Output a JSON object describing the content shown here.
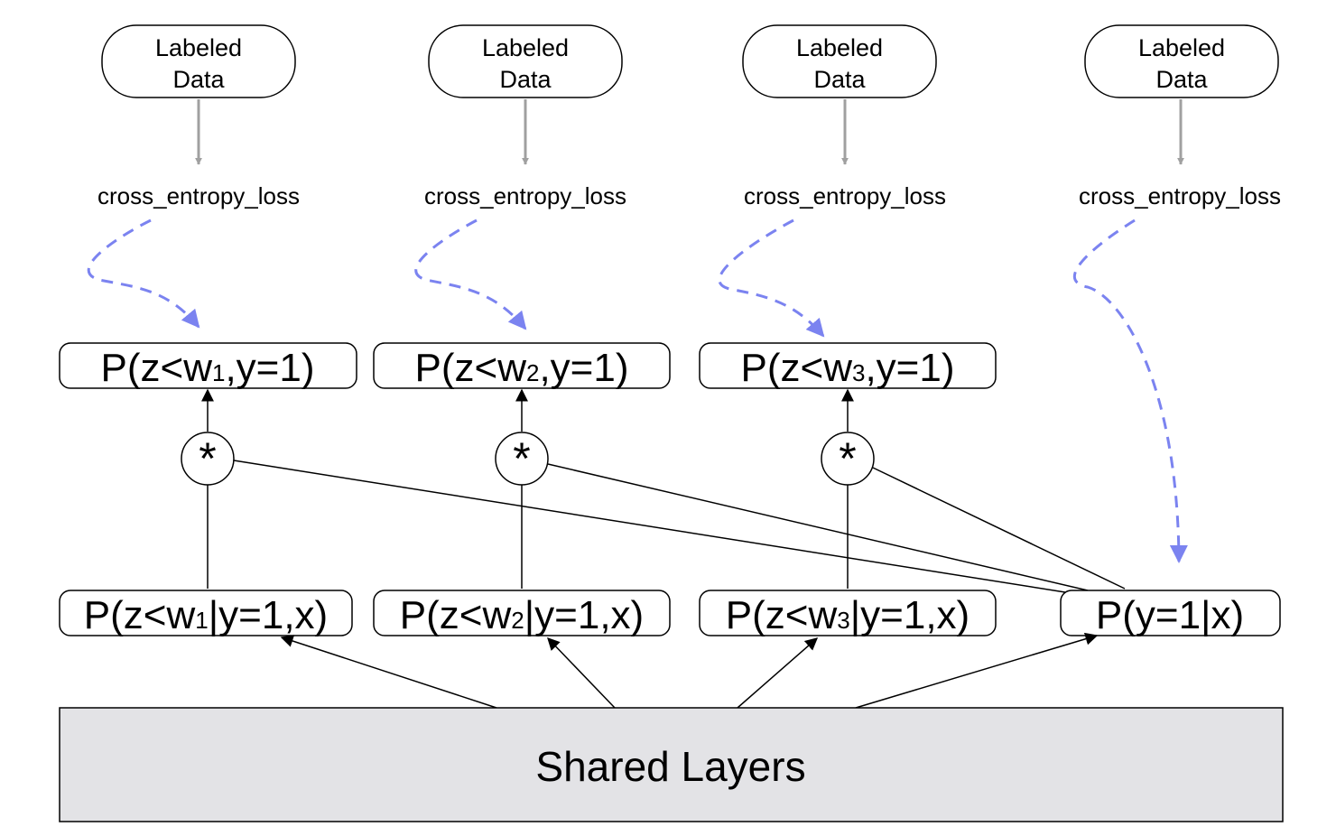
{
  "labeled_data": [
    {
      "line1": "Labeled",
      "line2": "Data"
    },
    {
      "line1": "Labeled",
      "line2": "Data"
    },
    {
      "line1": "Labeled",
      "line2": "Data"
    },
    {
      "line1": "Labeled",
      "line2": "Data"
    }
  ],
  "losses": [
    "cross_entropy_loss",
    "cross_entropy_loss",
    "cross_entropy_loss",
    "cross_entropy_loss"
  ],
  "joint_nodes": [
    {
      "pre": "P(z<w",
      "sub": "1",
      "post": ",y=1)"
    },
    {
      "pre": "P(z<w",
      "sub": "2",
      "post": ",y=1)"
    },
    {
      "pre": "P(z<w",
      "sub": "3",
      "post": ",y=1)"
    }
  ],
  "multiply_symbol": "*",
  "conditional_nodes": [
    {
      "pre": "P(z<w",
      "sub": "1",
      "post": "|y=1,x)"
    },
    {
      "pre": "P(z<w",
      "sub": "2",
      "post": "|y=1,x)"
    },
    {
      "pre": "P(z<w",
      "sub": "3",
      "post": "|y=1,x)"
    }
  ],
  "marginal_node": "P(y=1|x)",
  "shared_layers": "Shared Layers",
  "colors": {
    "gray_arrow": "#a0a0a0",
    "dashed_arrow": "#7b83f0",
    "shared_fill": "#e3e3e6",
    "stroke": "#000000"
  }
}
